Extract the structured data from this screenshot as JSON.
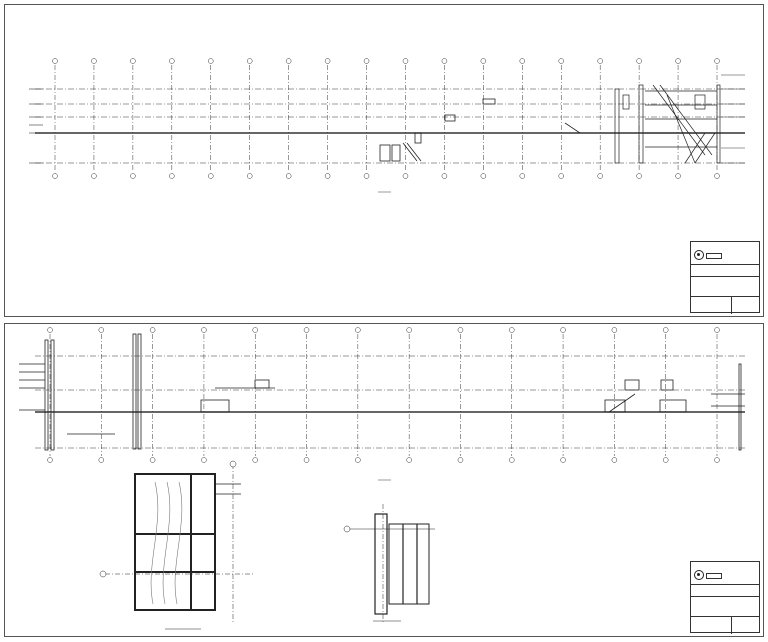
{
  "document": {
    "type": "architectural-drawing-set",
    "sheet_count": 2
  },
  "sheets": [
    {
      "id": "sheet-1",
      "view": "long-section-elevation",
      "grid_count": 18,
      "title_block_icon": "company-logo-icon"
    },
    {
      "id": "sheet-2",
      "views": [
        "long-section-elevation",
        "detail-plan",
        "detail-section"
      ],
      "grid_count": 14,
      "title_block_icon": "company-logo-icon"
    }
  ],
  "colors": {
    "line": "#222222",
    "border": "#555555",
    "background": "#ffffff"
  }
}
